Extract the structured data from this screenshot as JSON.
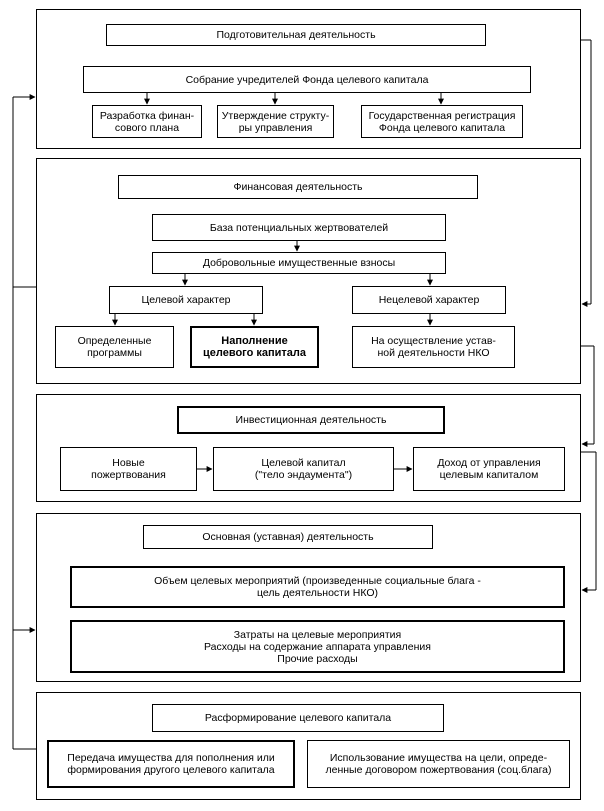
{
  "sections": {
    "preparatory": {
      "title": "Подготовительная деятельность",
      "meeting": "Собрание учредителей Фонда целевого капитала",
      "finplan": "Разработка финан-\nсового плана",
      "structure": "Утверждение структу-\nры управления",
      "registration": "Государственная регистрация\nФонда целевого капитала"
    },
    "financial": {
      "title": "Финансовая деятельность",
      "donors": "База потенциальных жертвователей",
      "contributions": "Добровольные имущественные взносы",
      "targeted": "Целевой характер",
      "nontargeted": "Нецелевой характер",
      "programs": "Определенные\nпрограммы",
      "filling": "Наполнение\nцелевого капитала",
      "statutory": "На осуществление устав-\nной деятельности НКО"
    },
    "investment": {
      "title": "Инвестиционная деятельность",
      "new_donations": "Новые\nпожертвования",
      "endowment": "Целевой капитал\n(\"тело эндаумента\")",
      "income": "Доход от управления\nцелевым капиталом"
    },
    "main": {
      "title": "Основная (уставная) деятельность",
      "volume": "Объем целевых мероприятий (произведенные социальные блага -\nцель деятельности НКО)",
      "costs": "Затраты на целевые мероприятия\nРасходы на содержание аппарата управления\nПрочие расходы"
    },
    "dissolution": {
      "title": "Расформирование целевого капитала",
      "transfer": "Передача имущества для пополнения или\nформирования другого целевого капитала",
      "use": "Использование имущества на цели, опреде-\nленные договором пожертвования (соц.блага)"
    }
  }
}
